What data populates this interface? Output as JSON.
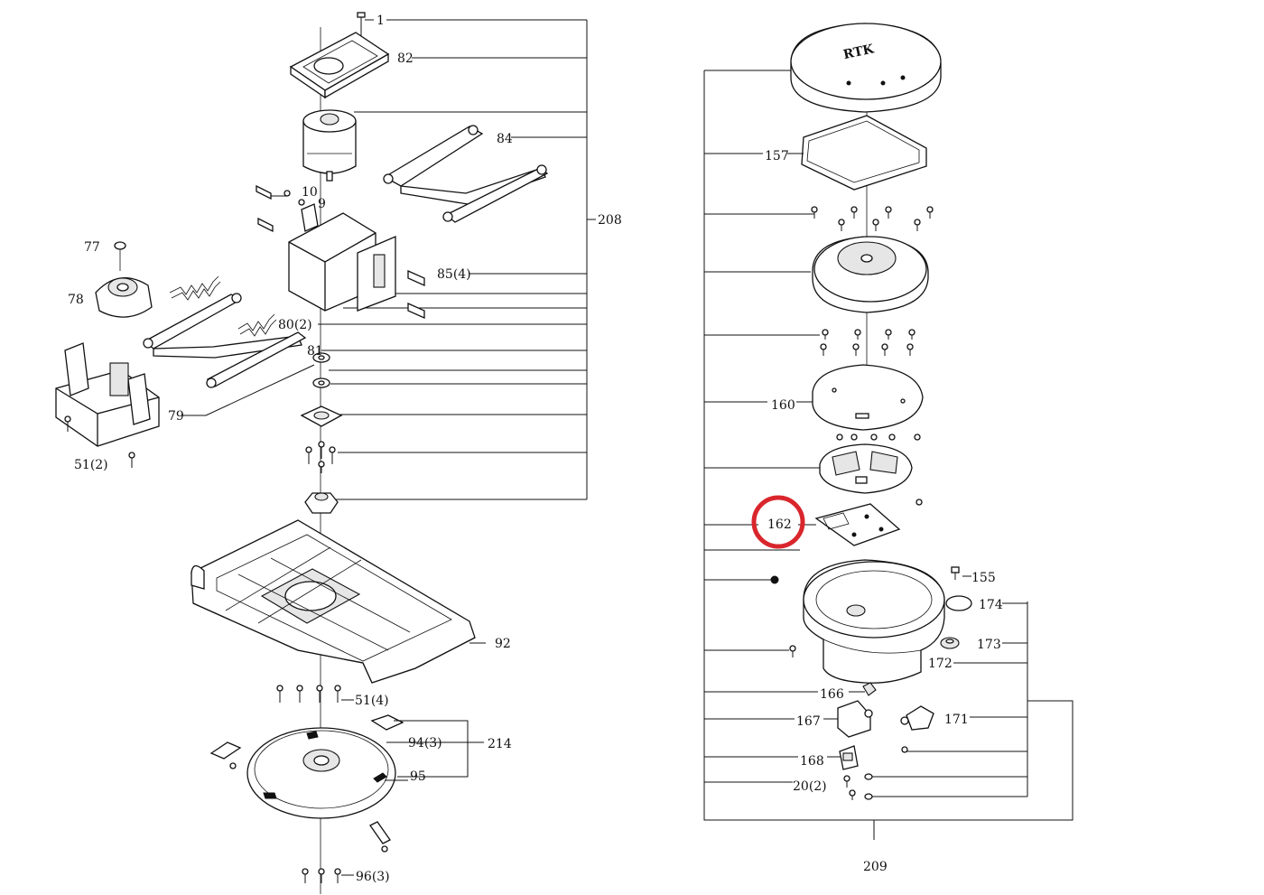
{
  "left_assembly": {
    "group_label": "208",
    "callouts": [
      "1",
      "82",
      "84",
      "10",
      "9",
      "85(4)",
      "77",
      "78",
      "80(2)",
      "81",
      "79",
      "51(2)"
    ]
  },
  "bottom_assembly": {
    "callouts": [
      "92",
      "51(4)",
      "94(3)",
      "214",
      "95",
      "96(3)"
    ]
  },
  "right_assembly": {
    "group_label": "209",
    "top_text": "RTK",
    "callouts": [
      "157",
      "160",
      "162",
      "155",
      "174",
      "173",
      "172",
      "166",
      "171",
      "167",
      "168",
      "20(2)"
    ]
  },
  "highlight": {
    "target": "162",
    "color": "#d9262c"
  }
}
